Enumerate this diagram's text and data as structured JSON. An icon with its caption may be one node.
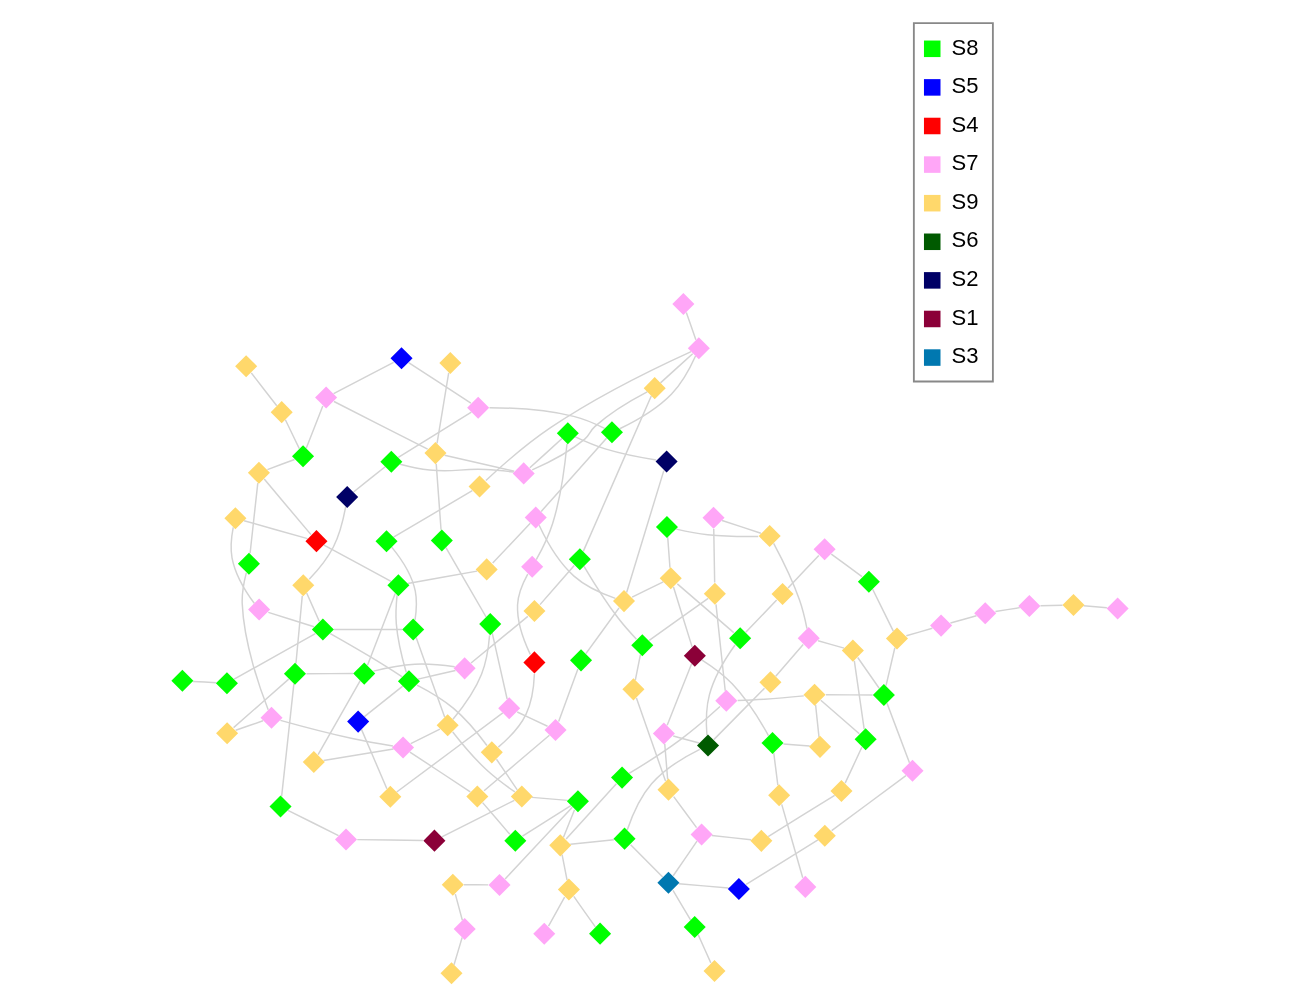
{
  "diagram": {
    "nodes": [
      {
        "text": [],
        "shape": "diamond"
      },
      {
        "text": [],
        "shape": "diamond"
      },
      {
        "text": [],
        "shape": "diamond"
      },
      {
        "text": [],
        "shape": "diamond"
      },
      {
        "text": [],
        "shape": "diamond"
      },
      {
        "text": [],
        "shape": "diamond"
      },
      {
        "text": [],
        "shape": "diamond"
      },
      {
        "text": [],
        "shape": "diamond"
      },
      {
        "text": [],
        "shape": "diamond"
      },
      {
        "text": [],
        "shape": "diamond"
      },
      {
        "text": [],
        "shape": "diamond"
      },
      {
        "text": [],
        "shape": "diamond"
      },
      {
        "text": [],
        "shape": "diamond"
      },
      {
        "text": [],
        "shape": "diamond"
      },
      {
        "text": [],
        "shape": "diamond"
      },
      {
        "text": [],
        "shape": "diamond"
      },
      {
        "text": [],
        "shape": "diamond"
      },
      {
        "text": [],
        "shape": "diamond"
      },
      {
        "text": [],
        "shape": "diamond"
      },
      {
        "text": [],
        "shape": "diamond"
      },
      {
        "text": [],
        "shape": "diamond"
      },
      {
        "text": [],
        "shape": "diamond"
      },
      {
        "text": [],
        "shape": "diamond"
      },
      {
        "text": [],
        "shape": "diamond"
      },
      {
        "text": [],
        "shape": "diamond"
      },
      {
        "text": [],
        "shape": "diamond"
      },
      {
        "text": [],
        "shape": "diamond"
      },
      {
        "text": [],
        "shape": "diamond"
      },
      {
        "text": [],
        "shape": "diamond"
      },
      {
        "text": [],
        "shape": "diamond"
      },
      {
        "text": [],
        "shape": "diamond"
      },
      {
        "text": [],
        "shape": "diamond"
      },
      {
        "text": [],
        "shape": "diamond"
      },
      {
        "text": [],
        "shape": "diamond"
      },
      {
        "text": [],
        "shape": "diamond"
      },
      {
        "text": [],
        "shape": "diamond"
      },
      {
        "text": [],
        "shape": "diamond"
      },
      {
        "text": [],
        "shape": "diamond"
      },
      {
        "text": [],
        "shape": "diamond"
      },
      {
        "text": [],
        "shape": "diamond"
      },
      {
        "text": [],
        "shape": "diamond"
      },
      {
        "text": [],
        "shape": "diamond"
      },
      {
        "text": [],
        "shape": "diamond"
      },
      {
        "text": [],
        "shape": "diamond"
      },
      {
        "text": [],
        "shape": "diamond"
      },
      {
        "text": [],
        "shape": "diamond"
      },
      {
        "text": [],
        "shape": "diamond"
      },
      {
        "text": [],
        "shape": "diamond"
      },
      {
        "text": [],
        "shape": "diamond"
      },
      {
        "text": [],
        "shape": "diamond"
      },
      {
        "text": [],
        "shape": "diamond"
      },
      {
        "text": [],
        "shape": "diamond"
      },
      {
        "text": [],
        "shape": "diamond"
      },
      {
        "text": [],
        "shape": "diamond"
      },
      {
        "text": [],
        "shape": "diamond"
      },
      {
        "text": [],
        "shape": "diamond"
      },
      {
        "text": [],
        "shape": "diamond"
      },
      {
        "text": [],
        "shape": "diamond"
      },
      {
        "text": [],
        "shape": "diamond"
      },
      {
        "text": [],
        "shape": "diamond"
      },
      {
        "text": [],
        "shape": "diamond"
      },
      {
        "text": [],
        "shape": "diamond"
      },
      {
        "text": [],
        "shape": "diamond"
      },
      {
        "text": [],
        "shape": "diamond"
      },
      {
        "text": [],
        "shape": "diamond"
      },
      {
        "text": [],
        "shape": "diamond"
      },
      {
        "text": [],
        "shape": "diamond"
      },
      {
        "text": [],
        "shape": "diamond"
      },
      {
        "text": [],
        "shape": "diamond"
      },
      {
        "text": [],
        "shape": "diamond"
      },
      {
        "text": [],
        "shape": "diamond"
      },
      {
        "text": [],
        "shape": "diamond"
      },
      {
        "text": [],
        "shape": "diamond"
      },
      {
        "text": [],
        "shape": "diamond"
      },
      {
        "text": [],
        "shape": "diamond"
      },
      {
        "text": [],
        "shape": "diamond"
      },
      {
        "text": [],
        "shape": "diamond"
      },
      {
        "text": [],
        "shape": "diamond"
      },
      {
        "text": [],
        "shape": "diamond"
      },
      {
        "text": [],
        "shape": "diamond"
      },
      {
        "text": [],
        "shape": "diamond"
      },
      {
        "text": [],
        "shape": "diamond"
      },
      {
        "text": [],
        "shape": "diamond"
      },
      {
        "text": [],
        "shape": "diamond"
      },
      {
        "text": [],
        "shape": "diamond"
      },
      {
        "text": [],
        "shape": "diamond"
      },
      {
        "text": [],
        "shape": "diamond"
      },
      {
        "text": [],
        "shape": "diamond"
      },
      {
        "text": [],
        "shape": "diamond"
      },
      {
        "text": [],
        "shape": "diamond"
      },
      {
        "text": [],
        "shape": "diamond"
      },
      {
        "text": [],
        "shape": "diamond"
      },
      {
        "text": [],
        "shape": "diamond"
      },
      {
        "text": [],
        "shape": "diamond"
      },
      {
        "text": [],
        "shape": "diamond"
      },
      {
        "text": [],
        "shape": "diamond"
      },
      {
        "text": [],
        "shape": "diamond"
      },
      {
        "text": [],
        "shape": "diamond"
      },
      {
        "text": [],
        "shape": "diamond"
      },
      {
        "text": [],
        "shape": "diamond"
      },
      {
        "text": [],
        "shape": "diamond"
      },
      {
        "text": [],
        "shape": "diamond"
      },
      {
        "text": [],
        "shape": "diamond"
      },
      {
        "text": [],
        "shape": "diamond"
      },
      {
        "text": [],
        "shape": "diamond"
      },
      {
        "text": [],
        "shape": "diamond"
      },
      {
        "text": [],
        "shape": "diamond"
      },
      {
        "text": [],
        "shape": "diamond"
      },
      {
        "text": [],
        "shape": "diamond"
      },
      {
        "text": [],
        "shape": "diamond"
      },
      {
        "text": [],
        "shape": "diamond"
      },
      {
        "text": [],
        "shape": "diamond"
      }
    ],
    "edges": [
      {
        "from": 0,
        "to": 1,
        "arrow": "none"
      },
      {
        "from": 1,
        "to": 2,
        "arrow": "none"
      },
      {
        "from": 2,
        "to": 3,
        "arrow": "none"
      },
      {
        "from": 3,
        "to": 4,
        "arrow": "none"
      },
      {
        "from": 4,
        "to": 5,
        "arrow": "none"
      },
      {
        "from": 5,
        "to": 6,
        "arrow": "none"
      },
      {
        "from": 6,
        "to": 7,
        "arrow": "none"
      },
      {
        "from": 7,
        "to": 8,
        "arrow": "none"
      },
      {
        "from": 8,
        "to": 9,
        "arrow": "none"
      },
      {
        "from": 9,
        "to": 10,
        "arrow": "none"
      },
      {
        "from": 10,
        "to": 11,
        "arrow": "none"
      },
      {
        "from": 11,
        "to": 12,
        "arrow": "none"
      },
      {
        "from": 12,
        "to": 13,
        "arrow": "none"
      },
      {
        "from": 13,
        "to": 14,
        "arrow": "none"
      },
      {
        "from": 14,
        "to": 15,
        "arrow": "none"
      },
      {
        "from": 15,
        "to": 16,
        "arrow": "none"
      },
      {
        "from": 16,
        "to": 17,
        "arrow": "none"
      },
      {
        "from": 17,
        "to": 18,
        "arrow": "none"
      },
      {
        "from": 18,
        "to": 19,
        "arrow": "none"
      },
      {
        "from": 19,
        "to": 20,
        "arrow": "none"
      },
      {
        "from": 20,
        "to": 21,
        "arrow": "none"
      },
      {
        "from": 21,
        "to": 22,
        "arrow": "none"
      },
      {
        "from": 22,
        "to": 23,
        "arrow": "none"
      },
      {
        "from": 23,
        "to": 24,
        "arrow": "none"
      },
      {
        "from": 24,
        "to": 25,
        "arrow": "none"
      },
      {
        "from": 25,
        "to": 26,
        "arrow": "none"
      },
      {
        "from": 26,
        "to": 27,
        "arrow": "none"
      },
      {
        "from": 27,
        "to": 28,
        "arrow": "none"
      },
      {
        "from": 28,
        "to": 29,
        "arrow": "none"
      },
      {
        "from": 29,
        "to": 30,
        "arrow": "none"
      },
      {
        "from": 30,
        "to": 31,
        "arrow": "none"
      },
      {
        "from": 31,
        "to": 32,
        "arrow": "none"
      },
      {
        "from": 32,
        "to": 33,
        "arrow": "none"
      },
      {
        "from": 33,
        "to": 34,
        "arrow": "none"
      },
      {
        "from": 34,
        "to": 35,
        "arrow": "none"
      },
      {
        "from": 35,
        "to": 36,
        "arrow": "none"
      },
      {
        "from": 36,
        "to": 37,
        "arrow": "none"
      },
      {
        "from": 37,
        "to": 38,
        "arrow": "none"
      },
      {
        "from": 38,
        "to": 39,
        "arrow": "none"
      },
      {
        "from": 39,
        "to": 40,
        "arrow": "none"
      },
      {
        "from": 40,
        "to": 41,
        "arrow": "none"
      },
      {
        "from": 41,
        "to": 42,
        "arrow": "none"
      },
      {
        "from": 42,
        "to": 43,
        "arrow": "none"
      },
      {
        "from": 43,
        "to": 44,
        "arrow": "none"
      },
      {
        "from": 44,
        "to": 45,
        "arrow": "none"
      },
      {
        "from": 45,
        "to": 46,
        "arrow": "none"
      },
      {
        "from": 46,
        "to": 47,
        "arrow": "none"
      },
      {
        "from": 47,
        "to": 48,
        "arrow": "none"
      },
      {
        "from": 48,
        "to": 49,
        "arrow": "none"
      },
      {
        "from": 49,
        "to": 50,
        "arrow": "none"
      },
      {
        "from": 50,
        "to": 51,
        "arrow": "none"
      },
      {
        "from": 51,
        "to": 52,
        "arrow": "none"
      },
      {
        "from": 52,
        "to": 53,
        "arrow": "none"
      },
      {
        "from": 53,
        "to": 54,
        "arrow": "none"
      },
      {
        "from": 54,
        "to": 0,
        "arrow": "none"
      },
      {
        "from": 0,
        "to": 11,
        "arrow": "none"
      },
      {
        "from": 4,
        "to": 15,
        "arrow": "none"
      },
      {
        "from": 8,
        "to": 19,
        "arrow": "none"
      },
      {
        "from": 12,
        "to": 23,
        "arrow": "none"
      },
      {
        "from": 16,
        "to": 27,
        "arrow": "none"
      },
      {
        "from": 20,
        "to": 31,
        "arrow": "none"
      },
      {
        "from": 24,
        "to": 35,
        "arrow": "none"
      },
      {
        "from": 28,
        "to": 39,
        "arrow": "none"
      },
      {
        "from": 32,
        "to": 43,
        "arrow": "none"
      },
      {
        "from": 36,
        "to": 47,
        "arrow": "none"
      },
      {
        "from": 40,
        "to": 51,
        "arrow": "none"
      },
      {
        "from": 2,
        "to": 25,
        "arrow": "none"
      },
      {
        "from": 9,
        "to": 32,
        "arrow": "none"
      },
      {
        "from": 16,
        "to": 39,
        "arrow": "none"
      },
      {
        "from": 25,
        "to": 48,
        "arrow": "none"
      },
      {
        "from": 0,
        "to": 27,
        "arrow": "none"
      },
      {
        "from": 6,
        "to": 33,
        "arrow": "none"
      },
      {
        "from": 12,
        "to": 39,
        "arrow": "none"
      },
      {
        "from": 18,
        "to": 45,
        "arrow": "none"
      },
      {
        "from": 24,
        "to": 51,
        "arrow": "none"
      },
      {
        "from": 55,
        "to": 56,
        "arrow": "none"
      },
      {
        "from": 56,
        "to": 57,
        "arrow": "none"
      },
      {
        "from": 57,
        "to": 58,
        "arrow": "none"
      },
      {
        "from": 58,
        "to": 59,
        "arrow": "none"
      },
      {
        "from": 59,
        "to": 60,
        "arrow": "none"
      },
      {
        "from": 60,
        "to": 61,
        "arrow": "none"
      },
      {
        "from": 61,
        "to": 62,
        "arrow": "none"
      },
      {
        "from": 62,
        "to": 63,
        "arrow": "none"
      },
      {
        "from": 63,
        "to": 64,
        "arrow": "none"
      },
      {
        "from": 64,
        "to": 65,
        "arrow": "none"
      },
      {
        "from": 65,
        "to": 66,
        "arrow": "none"
      },
      {
        "from": 66,
        "to": 67,
        "arrow": "none"
      },
      {
        "from": 67,
        "to": 68,
        "arrow": "none"
      },
      {
        "from": 68,
        "to": 69,
        "arrow": "none"
      },
      {
        "from": 69,
        "to": 70,
        "arrow": "none"
      },
      {
        "from": 70,
        "to": 71,
        "arrow": "none"
      },
      {
        "from": 71,
        "to": 72,
        "arrow": "none"
      },
      {
        "from": 72,
        "to": 73,
        "arrow": "none"
      },
      {
        "from": 73,
        "to": 74,
        "arrow": "none"
      },
      {
        "from": 74,
        "to": 75,
        "arrow": "none"
      },
      {
        "from": 75,
        "to": 76,
        "arrow": "none"
      },
      {
        "from": 76,
        "to": 77,
        "arrow": "none"
      },
      {
        "from": 77,
        "to": 78,
        "arrow": "none"
      },
      {
        "from": 78,
        "to": 79,
        "arrow": "none"
      },
      {
        "from": 79,
        "to": 80,
        "arrow": "none"
      },
      {
        "from": 80,
        "to": 81,
        "arrow": "none"
      },
      {
        "from": 81,
        "to": 82,
        "arrow": "none"
      },
      {
        "from": 82,
        "to": 83,
        "arrow": "none"
      },
      {
        "from": 83,
        "to": 84,
        "arrow": "none"
      },
      {
        "from": 84,
        "to": 85,
        "arrow": "none"
      },
      {
        "from": 85,
        "to": 86,
        "arrow": "none"
      },
      {
        "from": 86,
        "to": 87,
        "arrow": "none"
      },
      {
        "from": 87,
        "to": 88,
        "arrow": "none"
      },
      {
        "from": 88,
        "to": 89,
        "arrow": "none"
      },
      {
        "from": 89,
        "to": 55,
        "arrow": "none"
      },
      {
        "from": 55,
        "to": 64,
        "arrow": "none"
      },
      {
        "from": 59,
        "to": 68,
        "arrow": "none"
      },
      {
        "from": 63,
        "to": 72,
        "arrow": "none"
      },
      {
        "from": 67,
        "to": 76,
        "arrow": "none"
      },
      {
        "from": 71,
        "to": 80,
        "arrow": "none"
      },
      {
        "from": 75,
        "to": 84,
        "arrow": "none"
      },
      {
        "from": 57,
        "to": 74,
        "arrow": "none"
      },
      {
        "from": 62,
        "to": 79,
        "arrow": "none"
      },
      {
        "from": 67,
        "to": 84,
        "arrow": "none"
      },
      {
        "from": 72,
        "to": 89,
        "arrow": "none"
      },
      {
        "from": 30,
        "to": 60,
        "arrow": "none"
      },
      {
        "from": 45,
        "to": 55,
        "arrow": "none"
      },
      {
        "from": 50,
        "to": 70,
        "arrow": "none"
      },
      {
        "from": 5,
        "to": 90,
        "arrow": "none"
      },
      {
        "from": 90,
        "to": 91,
        "arrow": "none"
      },
      {
        "from": 12,
        "to": 92,
        "arrow": "none"
      },
      {
        "from": 92,
        "to": 93,
        "arrow": "none"
      },
      {
        "from": 20,
        "to": 94,
        "arrow": "none"
      },
      {
        "from": 33,
        "to": 95,
        "arrow": "none"
      },
      {
        "from": 50,
        "to": 96,
        "arrow": "none"
      },
      {
        "from": 96,
        "to": 97,
        "arrow": "none"
      },
      {
        "from": 97,
        "to": 98,
        "arrow": "none"
      },
      {
        "from": 98,
        "to": 99,
        "arrow": "none"
      },
      {
        "from": 80,
        "to": 100,
        "arrow": "none"
      },
      {
        "from": 100,
        "to": 101,
        "arrow": "none"
      },
      {
        "from": 85,
        "to": 102,
        "arrow": "none"
      },
      {
        "from": 102,
        "to": 103,
        "arrow": "none"
      },
      {
        "from": 103,
        "to": 104,
        "arrow": "none"
      },
      {
        "from": 104,
        "to": 105,
        "arrow": "none"
      },
      {
        "from": 105,
        "to": 106,
        "arrow": "none"
      },
      {
        "from": 70,
        "to": 107,
        "arrow": "none"
      },
      {
        "from": 107,
        "to": 108,
        "arrow": "none"
      },
      {
        "from": 107,
        "to": 109,
        "arrow": "none"
      },
      {
        "from": 65,
        "to": 110,
        "arrow": "none"
      },
      {
        "from": 110,
        "to": 111,
        "arrow": "none"
      }
    ],
    "legend": [
      {
        "text": "S8",
        "color": "#00ff00"
      },
      {
        "text": "S5",
        "color": "#0000ff"
      },
      {
        "text": "S4",
        "color": "#ff0000"
      },
      {
        "text": "S7",
        "color": "#ffa6f7"
      },
      {
        "text": "S9",
        "color": "#ffd86b"
      },
      {
        "text": "S6",
        "color": "#005a00"
      },
      {
        "text": "S2",
        "color": "#000066"
      },
      {
        "text": "S1",
        "color": "#8b0038"
      },
      {
        "text": "S3",
        "color": "#0078b0"
      }
    ]
  }
}
